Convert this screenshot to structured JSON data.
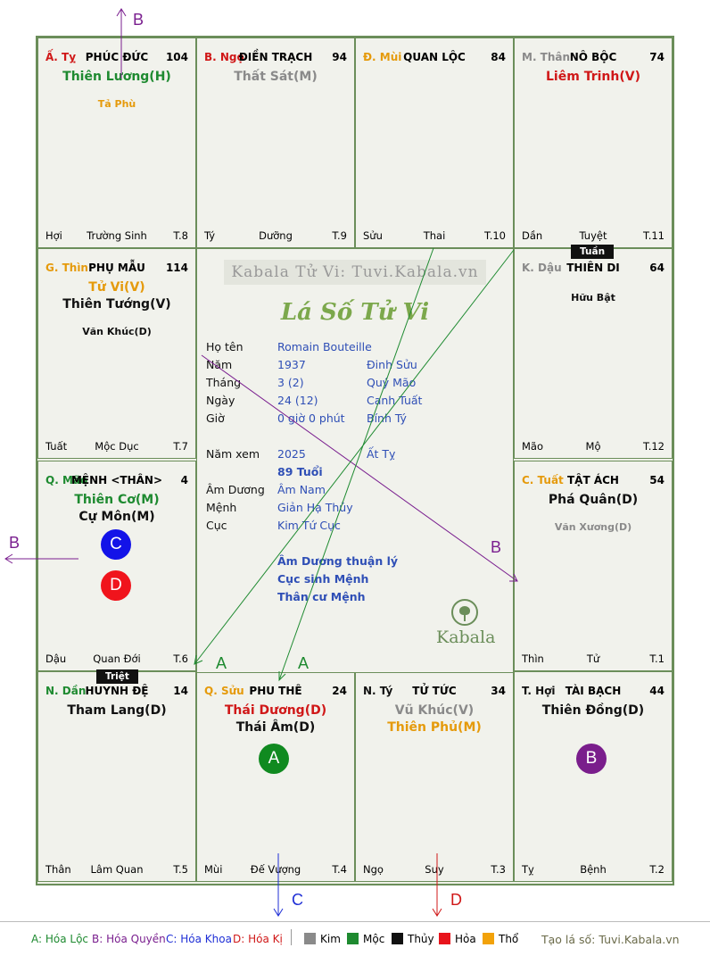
{
  "palaces": [
    {
      "branch": "Ấ. Tỵ",
      "branch_color": "#d01818",
      "name": "PHÚC ĐỨC",
      "number": "104",
      "stars": [
        {
          "t": "Thiên Lương(H)",
          "c": "#1e8a30"
        }
      ],
      "minor": [
        {
          "t": "Tả Phù",
          "c": "#e59a0b"
        }
      ],
      "foot": {
        "left": "Hợi",
        "mid": "Trường Sinh",
        "right": "T.8"
      }
    },
    {
      "branch": "B. Ngọ",
      "branch_color": "#d01818",
      "name": "ĐIỀN TRẠCH",
      "number": "94",
      "stars": [
        {
          "t": "Thất Sát(M)",
          "c": "#8a8a8a"
        }
      ],
      "minor": [],
      "foot": {
        "left": "Tý",
        "mid": "Dưỡng",
        "right": "T.9"
      }
    },
    {
      "branch": "Đ. Mùi",
      "branch_color": "#e59a0b",
      "name": "QUAN LỘC",
      "number": "84",
      "stars": [],
      "minor": [],
      "foot": {
        "left": "Sửu",
        "mid": "Thai",
        "right": "T.10"
      }
    },
    {
      "branch": "M. Thân",
      "branch_color": "#8a8a8a",
      "name": "NÔ BỘC",
      "number": "74",
      "stars": [
        {
          "t": "Liêm Trinh(V)",
          "c": "#d01818"
        }
      ],
      "minor": [],
      "foot": {
        "left": "Dần",
        "mid": "Tuyệt",
        "right": "T.11"
      }
    },
    {
      "branch": "G. Thìn",
      "branch_color": "#e59a0b",
      "name": "PHỤ MẪU",
      "number": "114",
      "stars": [
        {
          "t": "Tử Vi(V)",
          "c": "#e59a0b"
        },
        {
          "t": "Thiên Tướng(V)",
          "c": "#111111"
        }
      ],
      "minor": [
        {
          "t": "Văn Khúc(D)",
          "c": "#111111"
        }
      ],
      "foot": {
        "left": "Tuất",
        "mid": "Mộc Dục",
        "right": "T.7"
      }
    },
    {
      "branch": "K. Dậu",
      "branch_color": "#8a8a8a",
      "name": "THIÊN DI",
      "number": "64",
      "stars": [],
      "minor": [
        {
          "t": "Hữu Bật",
          "c": "#111111"
        }
      ],
      "foot": {
        "left": "Mão",
        "mid": "Mộ",
        "right": "T.12"
      }
    },
    {
      "branch": "Q. Mão",
      "branch_color": "#1e8a30",
      "name": "MỆNH <THÂN>",
      "number": "4",
      "stars": [
        {
          "t": "Thiên Cơ(M)",
          "c": "#1e8a30"
        },
        {
          "t": "Cự Môn(M)",
          "c": "#111111"
        }
      ],
      "minor": [],
      "foot": {
        "left": "Dậu",
        "mid": "Quan Đới",
        "right": "T.6"
      }
    },
    {
      "branch": "C. Tuất",
      "branch_color": "#e59a0b",
      "name": "TẬT ÁCH",
      "number": "54",
      "stars": [
        {
          "t": "Phá Quân(D)",
          "c": "#111111"
        }
      ],
      "minor": [
        {
          "t": "Văn Xương(D)",
          "c": "#8a8a8a"
        }
      ],
      "foot": {
        "left": "Thìn",
        "mid": "Tử",
        "right": "T.1"
      }
    },
    {
      "branch": "N. Dần",
      "branch_color": "#1e8a30",
      "name": "HUYNH ĐỆ",
      "number": "14",
      "stars": [
        {
          "t": "Tham Lang(D)",
          "c": "#111111"
        }
      ],
      "minor": [],
      "foot": {
        "left": "Thân",
        "mid": "Lâm Quan",
        "right": "T.5"
      }
    },
    {
      "branch": "Q. Sửu",
      "branch_color": "#e59a0b",
      "name": "PHU THÊ",
      "number": "24",
      "stars": [
        {
          "t": "Thái Dương(D)",
          "c": "#d01818"
        },
        {
          "t": "Thái Âm(D)",
          "c": "#111111"
        }
      ],
      "minor": [],
      "foot": {
        "left": "Mùi",
        "mid": "Đế Vượng",
        "right": "T.4"
      }
    },
    {
      "branch": "N. Tý",
      "branch_color": "#111111",
      "name": "TỬ TỨC",
      "number": "34",
      "stars": [
        {
          "t": "Vũ Khúc(V)",
          "c": "#8a8a8a"
        },
        {
          "t": "Thiên Phủ(M)",
          "c": "#e59a0b"
        }
      ],
      "minor": [],
      "foot": {
        "left": "Ngọ",
        "mid": "Suy",
        "right": "T.3"
      }
    },
    {
      "branch": "T. Hợi",
      "branch_color": "#111111",
      "name": "TÀI BẠCH",
      "number": "44",
      "stars": [
        {
          "t": "Thiên Đồng(D)",
          "c": "#111111"
        }
      ],
      "minor": [],
      "foot": {
        "left": "Tỵ",
        "mid": "Bệnh",
        "right": "T.2"
      }
    }
  ],
  "markers": {
    "tuan": "Tuần",
    "triet": "Triệt"
  },
  "circles": {
    "c": "C",
    "d": "D",
    "a": "A",
    "b": "B"
  },
  "arrow_labels": {
    "b_top": "B",
    "b_left": "B",
    "b_mid": "B",
    "a1": "A",
    "a2": "A",
    "c_bottom": "C",
    "d_bottom": "D"
  },
  "center": {
    "site": "Kabala Tử Vi: Tuvi.Kabala.vn",
    "title": "Lá Số Tử Vi",
    "rows": [
      {
        "k": "Họ tên",
        "v": "Romain Bouteille",
        "v2": ""
      },
      {
        "k": "Năm",
        "v": "1937",
        "v2": "Đinh Sửu"
      },
      {
        "k": "Tháng",
        "v": "3  (2)",
        "v2": "Quý Mão"
      },
      {
        "k": "Ngày",
        "v": "24  (12)",
        "v2": "Canh Tuất"
      },
      {
        "k": "Giờ",
        "v": "0 giờ 0 phút",
        "v2": "Bính Tý"
      }
    ],
    "namxem": {
      "k": "Năm xem",
      "v": "2025",
      "v2": "Ất Tỵ",
      "age": "89 Tuổi"
    },
    "rows2": [
      {
        "k": "Âm Dương",
        "v": "Âm Nam"
      },
      {
        "k": "Mệnh",
        "v": "Giản Hạ Thủy"
      },
      {
        "k": "Cục",
        "v": "Kim Tứ Cục"
      }
    ],
    "notes": [
      "Âm Dương thuận lý",
      "Cục sinh Mệnh",
      "Thân cư Mệnh"
    ],
    "logo": "Kabala"
  },
  "legend": {
    "a": "A: Hóa Lộc",
    "b": "B: Hóa Quyền",
    "c": "C: Hóa Khoa",
    "d": "D: Hóa Kị",
    "kim": "Kim",
    "moc": "Mộc",
    "thuy": "Thủy",
    "hoa": "Hỏa",
    "tho": "Thổ",
    "site": "Tạo lá số: Tuvi.Kabala.vn",
    "colors": {
      "kim": "#8a8a8a",
      "moc": "#1e8a30",
      "thuy": "#111111",
      "hoa": "#e8141c",
      "tho": "#f2a20a"
    }
  }
}
